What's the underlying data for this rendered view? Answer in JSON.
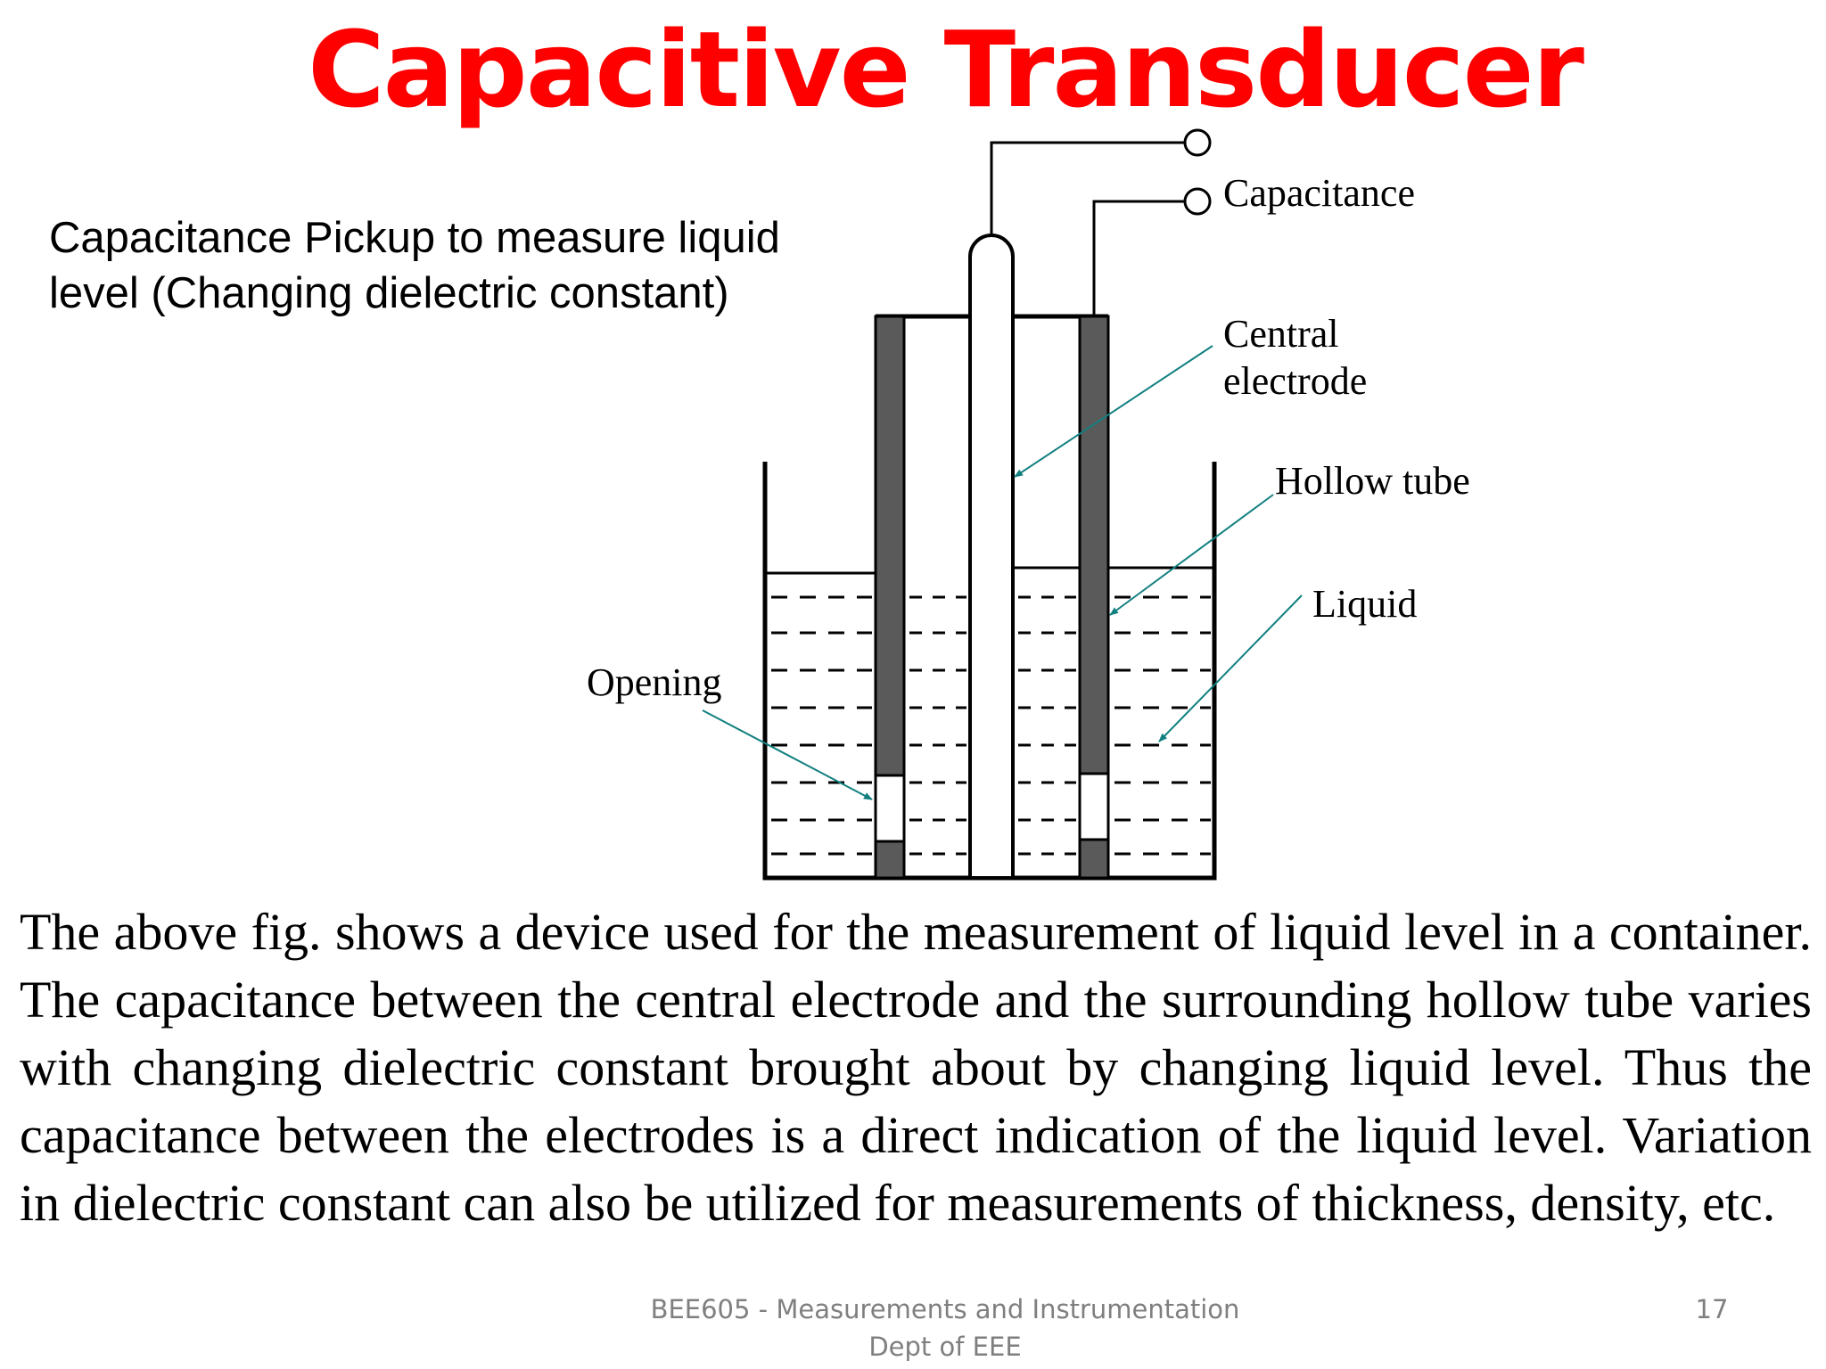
{
  "slide": {
    "title": "Capacitive Transducer",
    "subtitle_line1": "Capacitance Pickup to measure liquid",
    "subtitle_line2": "level (Changing dielectric constant)",
    "description": "The above fig. shows a device used for the measurement of liquid level in a container. The capacitance between the central electrode and the surrounding hollow tube varies with changing dielectric constant brought about by changing liquid level. Thus the capacitance between the electrodes is a direct indication of the liquid level.  Variation in dielectric constant can also be utilized for measurements of thickness, density, etc.",
    "footer_line1": "BEE605 - Measurements and Instrumentation",
    "footer_line2": "Dept of EEE",
    "page_number": "17"
  },
  "diagram": {
    "labels": {
      "capacitance": "Capacitance",
      "central_electrode_1": "Central",
      "central_electrode_2": "electrode",
      "hollow_tube": "Hollow tube",
      "liquid": "Liquid",
      "opening": "Opening"
    },
    "colors": {
      "tube_wall": "#5a5a5a",
      "arrow": "#138080",
      "outline": "#000000"
    }
  }
}
